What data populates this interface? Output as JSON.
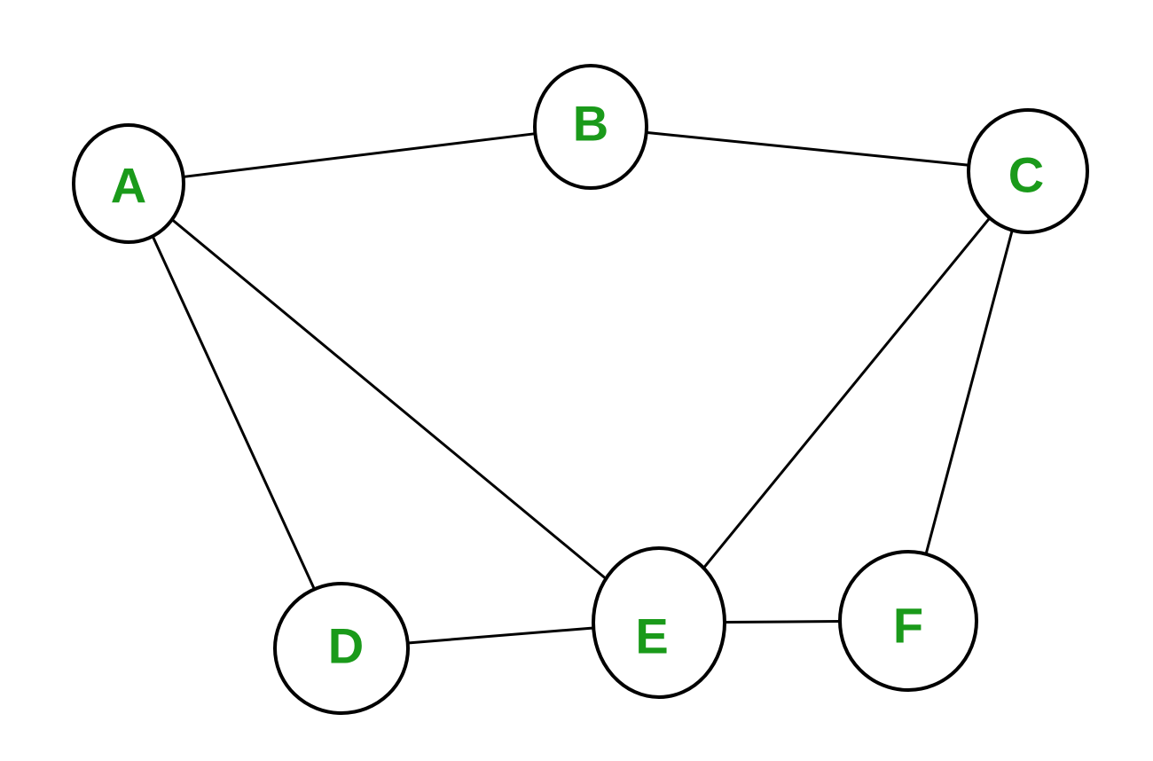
{
  "graph": {
    "label_color": "#1a9a1a",
    "line_color": "#000000",
    "nodes": [
      {
        "id": "A",
        "label": "A"
      },
      {
        "id": "B",
        "label": "B"
      },
      {
        "id": "C",
        "label": "C"
      },
      {
        "id": "D",
        "label": "D"
      },
      {
        "id": "E",
        "label": "E"
      },
      {
        "id": "F",
        "label": "F"
      }
    ],
    "edges": [
      {
        "from": "A",
        "to": "B"
      },
      {
        "from": "B",
        "to": "C"
      },
      {
        "from": "A",
        "to": "D"
      },
      {
        "from": "A",
        "to": "E"
      },
      {
        "from": "C",
        "to": "E"
      },
      {
        "from": "C",
        "to": "F"
      },
      {
        "from": "D",
        "to": "E"
      },
      {
        "from": "E",
        "to": "F"
      }
    ]
  }
}
